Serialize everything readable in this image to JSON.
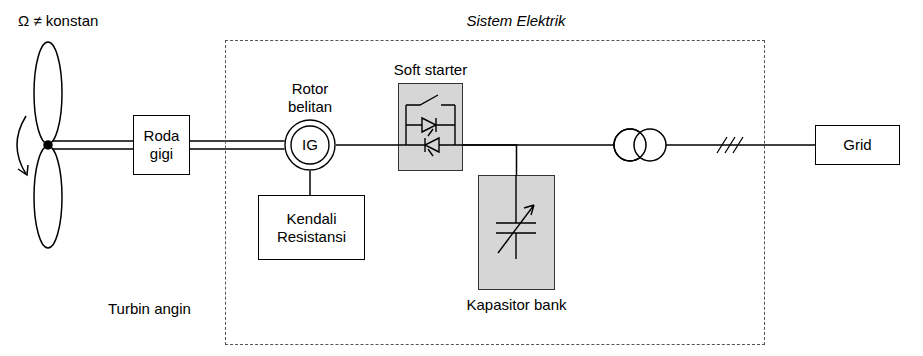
{
  "diagram": {
    "nodes": [
      {
        "text": [
          "Sistem Elektrik"
        ]
      },
      {
        "text": [
          "Roda gigi"
        ]
      },
      {
        "text": [
          "Rotor belitan",
          "IG"
        ],
        "in": 0
      },
      {
        "text": [
          "Kendali Resistansi"
        ],
        "in": 0
      },
      {
        "text": [
          "Soft starter"
        ],
        "in": 0
      },
      {
        "text": [
          "Kapasitor bank"
        ],
        "in": 0
      },
      {
        "text": [
          "Grid"
        ]
      }
    ],
    "edges": [
      {
        "from": 1,
        "to": 2,
        "arrow": "none"
      },
      {
        "from": 2,
        "to": 3,
        "arrow": "none"
      },
      {
        "from": 2,
        "to": 4,
        "arrow": "none"
      },
      {
        "from": 4,
        "to": 5,
        "arrow": "none"
      },
      {
        "from": 4,
        "to": 6,
        "arrow": "none"
      }
    ],
    "labels": [
      "Ω ≠ konstan",
      "Turbin angin"
    ]
  }
}
